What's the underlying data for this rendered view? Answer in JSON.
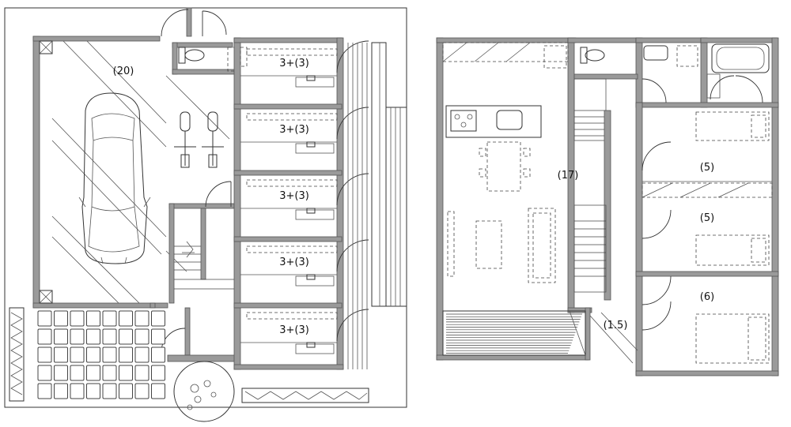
{
  "ground_floor": {
    "garage_label": "(20)",
    "room_labels": [
      "3+(3)",
      "3+(3)",
      "3+(3)",
      "3+(3)",
      "3+(3)"
    ]
  },
  "upper_floor": {
    "ldk_label": "(17)",
    "bedroom_labels": [
      "(5)",
      "(5)",
      "(6)"
    ],
    "storage_label": "(1.5)"
  }
}
